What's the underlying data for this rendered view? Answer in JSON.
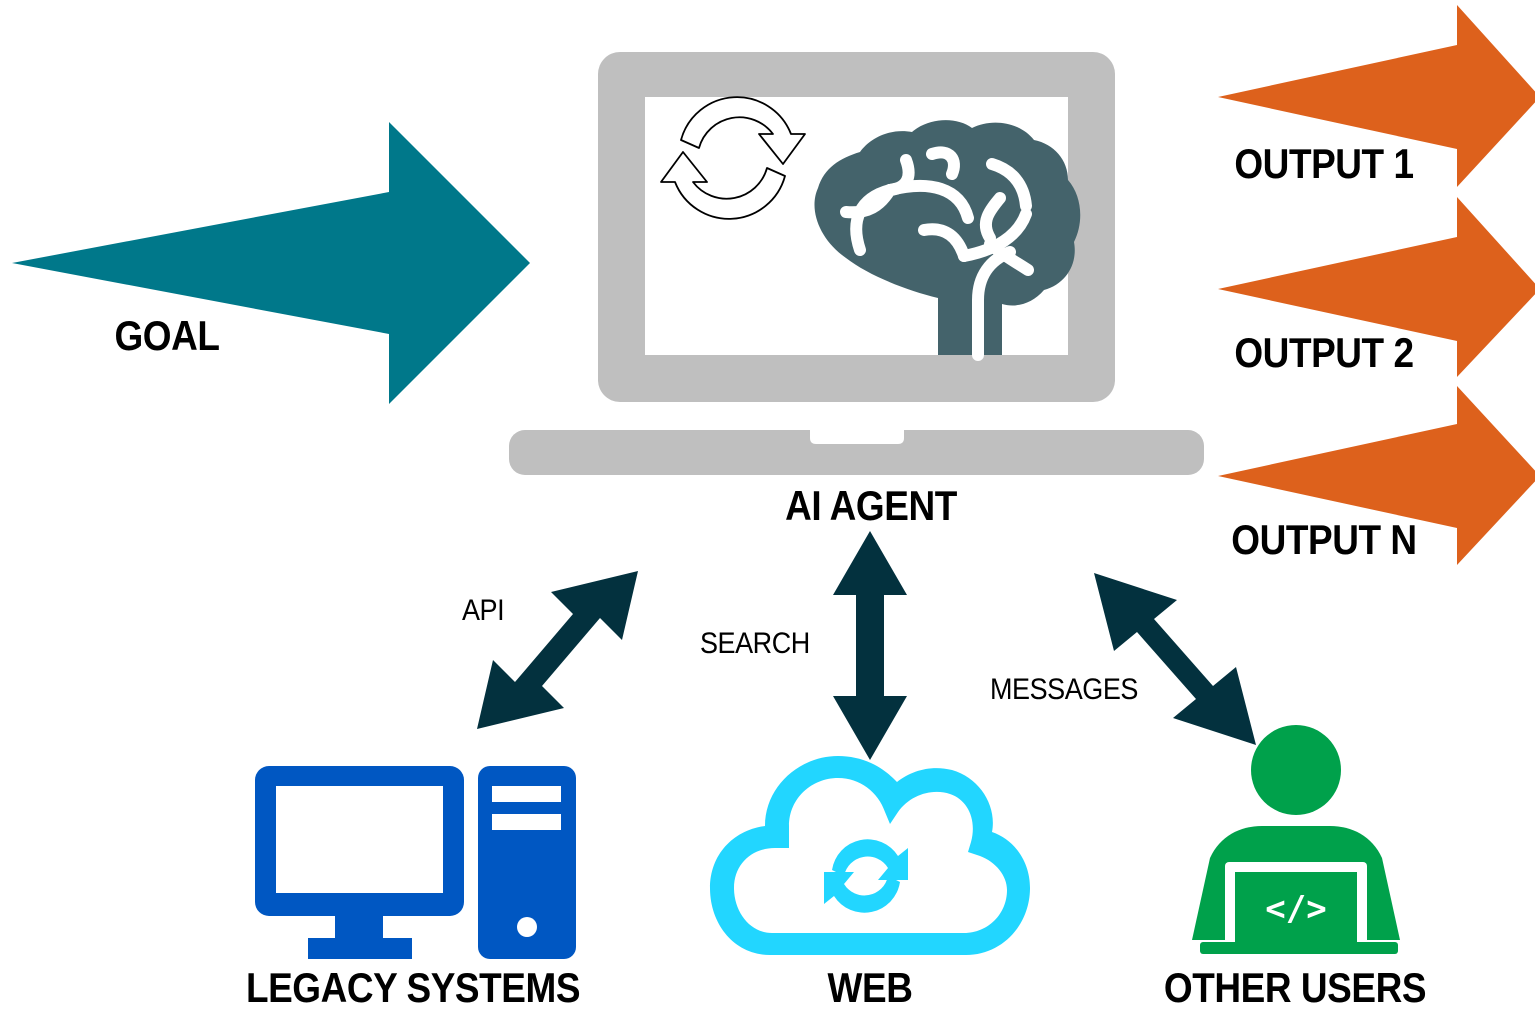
{
  "labels": {
    "goal": "GOAL",
    "agent": "AI AGENT",
    "output_1": "OUTPUT 1",
    "output_2": "OUTPUT 2",
    "output_n": "OUTPUT N",
    "api": "API",
    "search": "SEARCH",
    "messages": "MESSAGES",
    "legacy": "LEGACY SYSTEMS",
    "web": "WEB",
    "users": "OTHER USERS"
  },
  "icons": {
    "laptop": "laptop-icon",
    "brain": "brain-icon",
    "sync": "sync-icon",
    "desktop": "desktop-computer-icon",
    "cloud": "cloud-sync-icon",
    "developer": "developer-user-icon"
  },
  "colors": {
    "goal_arrow": "#00788A",
    "output_arrows": "#DD611C",
    "connector_arrows": "#03313E",
    "laptop": "#BFBFBF",
    "brain": "#44636B",
    "desktop": "#0057C2",
    "cloud": "#22D6FF",
    "user": "#00A14B"
  }
}
